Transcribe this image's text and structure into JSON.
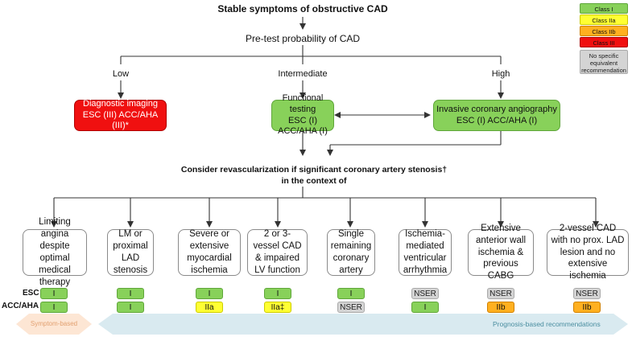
{
  "top_title": "Stable symptoms of obstructive CAD",
  "pretest": "Pre-test probability of CAD",
  "branches": {
    "low": "Low",
    "intermediate": "Intermediate",
    "high": "High"
  },
  "nodes": {
    "diag_line1": "Diagnostic imaging",
    "diag_line2": "ESC (III) ACC/AHA (III)*",
    "func_line1": "Functional testing",
    "func_line2": "ESC (I) ACC/AHA (I)",
    "inv_line1": "Invasive coronary angiography",
    "inv_line2": "ESC (I) ACC/AHA (I)"
  },
  "consider_line1": "Consider revascularization if significant coronary artery stenosis†",
  "consider_line2": "in the context of",
  "row_labels": {
    "esc": "ESC",
    "acc": "ACC/AHA"
  },
  "criteria": [
    {
      "text": "Limiting angina despite optimal medical therapy",
      "esc": "I",
      "acc": "I",
      "esc_class": "I",
      "acc_class": "I"
    },
    {
      "text": "LM or proximal LAD stenosis",
      "esc": "I",
      "acc": "I",
      "esc_class": "I",
      "acc_class": "I"
    },
    {
      "text": "Severe or extensive myocardial ischemia",
      "esc": "I",
      "acc": "IIa",
      "esc_class": "I",
      "acc_class": "IIa"
    },
    {
      "text": "2 or 3-vessel CAD & impaired LV function",
      "esc": "I",
      "acc": "IIa‡",
      "esc_class": "I",
      "acc_class": "IIa"
    },
    {
      "text": "Single remaining coronary artery",
      "esc": "I",
      "acc": "NSER",
      "esc_class": "I",
      "acc_class": "NSER"
    },
    {
      "text": "Ischemia-mediated ventricular arrhythmia",
      "esc": "NSER",
      "acc": "I",
      "esc_class": "NSER",
      "acc_class": "I"
    },
    {
      "text": "Extensive anterior wall ischemia & previous CABG",
      "esc": "NSER",
      "acc": "IIb",
      "esc_class": "NSER",
      "acc_class": "IIb"
    },
    {
      "text": "2-vessel CAD with no prox. LAD lesion and no extensive ischemia",
      "esc": "NSER",
      "acc": "IIb",
      "esc_class": "NSER",
      "acc_class": "IIb"
    }
  ],
  "legend": [
    {
      "label": "Class I",
      "class": "I"
    },
    {
      "label": "Class IIa",
      "class": "IIa"
    },
    {
      "label": "Class IIb",
      "class": "IIb"
    },
    {
      "label": "Class III",
      "class": "III"
    },
    {
      "label": "No specific equivalent recommendation",
      "class": "NSER"
    }
  ],
  "bottom": {
    "symptom": "Symptom-based",
    "prognosis": "Prognosis-based recommendations"
  },
  "colors": {
    "class_I": "#88d15a",
    "class_IIa": "#ffff33",
    "class_IIb": "#ffb020",
    "class_III": "#f01010",
    "nser": "#d4d4d4"
  }
}
